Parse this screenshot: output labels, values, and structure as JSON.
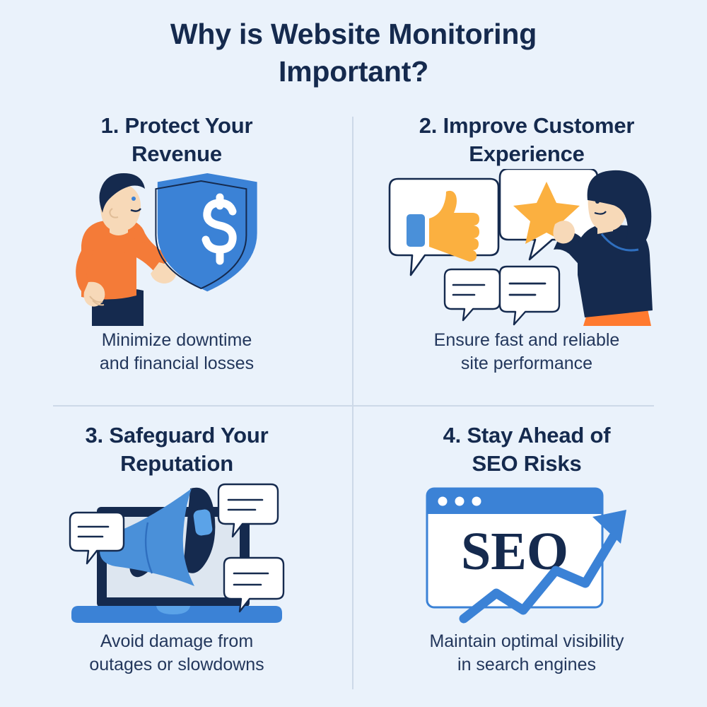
{
  "page": {
    "title_line1": "Why is Website Monitoring",
    "title_line2": "Important?",
    "background_color": "#eaf2fb",
    "heading_color": "#152a4e",
    "divider_color": "#cdd9e8"
  },
  "palette": {
    "navy": "#152a4e",
    "blue": "#3b82d6",
    "blue_light": "#5ba3e8",
    "blue_mid": "#4a90d9",
    "orange": "#f47b38",
    "orange_bright": "#ff7a2f",
    "gold": "#fbb040",
    "skin": "#f7d9b8",
    "white": "#ffffff",
    "screen_grey": "#dde6f0"
  },
  "quadrants": [
    {
      "number": "1.",
      "heading_line1": "1. Protect Your",
      "heading_line2": "Revenue",
      "caption_line1": "Minimize downtime",
      "caption_line2": "and financial losses",
      "illustration": "man-holding-dollar-shield",
      "illustration_elements": [
        "man-figure",
        "orange-sweater",
        "navy-hair",
        "blue-shield",
        "dollar-sign"
      ]
    },
    {
      "number": "2.",
      "heading_line1": "2. Improve Customer",
      "heading_line2": "Experience",
      "caption_line1": "Ensure fast and reliable",
      "caption_line2": "site performance",
      "illustration": "woman-with-review-bubbles",
      "illustration_elements": [
        "thumbs-up-icon",
        "star-icon",
        "speech-bubble",
        "woman-figure",
        "orange-skirt"
      ]
    },
    {
      "number": "3.",
      "heading_line1": "3. Safeguard Your",
      "heading_line2": "Reputation",
      "caption_line1": "Avoid damage from",
      "caption_line2": "outages or slowdowns",
      "illustration": "laptop-with-megaphone",
      "illustration_elements": [
        "laptop-icon",
        "megaphone-icon",
        "speech-bubble"
      ]
    },
    {
      "number": "4.",
      "heading_line1": "4. Stay Ahead of",
      "heading_line2": "SEO Risks",
      "caption_line1": "Maintain optimal visibility",
      "caption_line2": "in search engines",
      "illustration": "browser-window-seo-growth-arrow",
      "illustration_elements": [
        "browser-window-icon",
        "seo-text",
        "growth-arrow-icon"
      ],
      "browser_label": "SEO"
    }
  ]
}
